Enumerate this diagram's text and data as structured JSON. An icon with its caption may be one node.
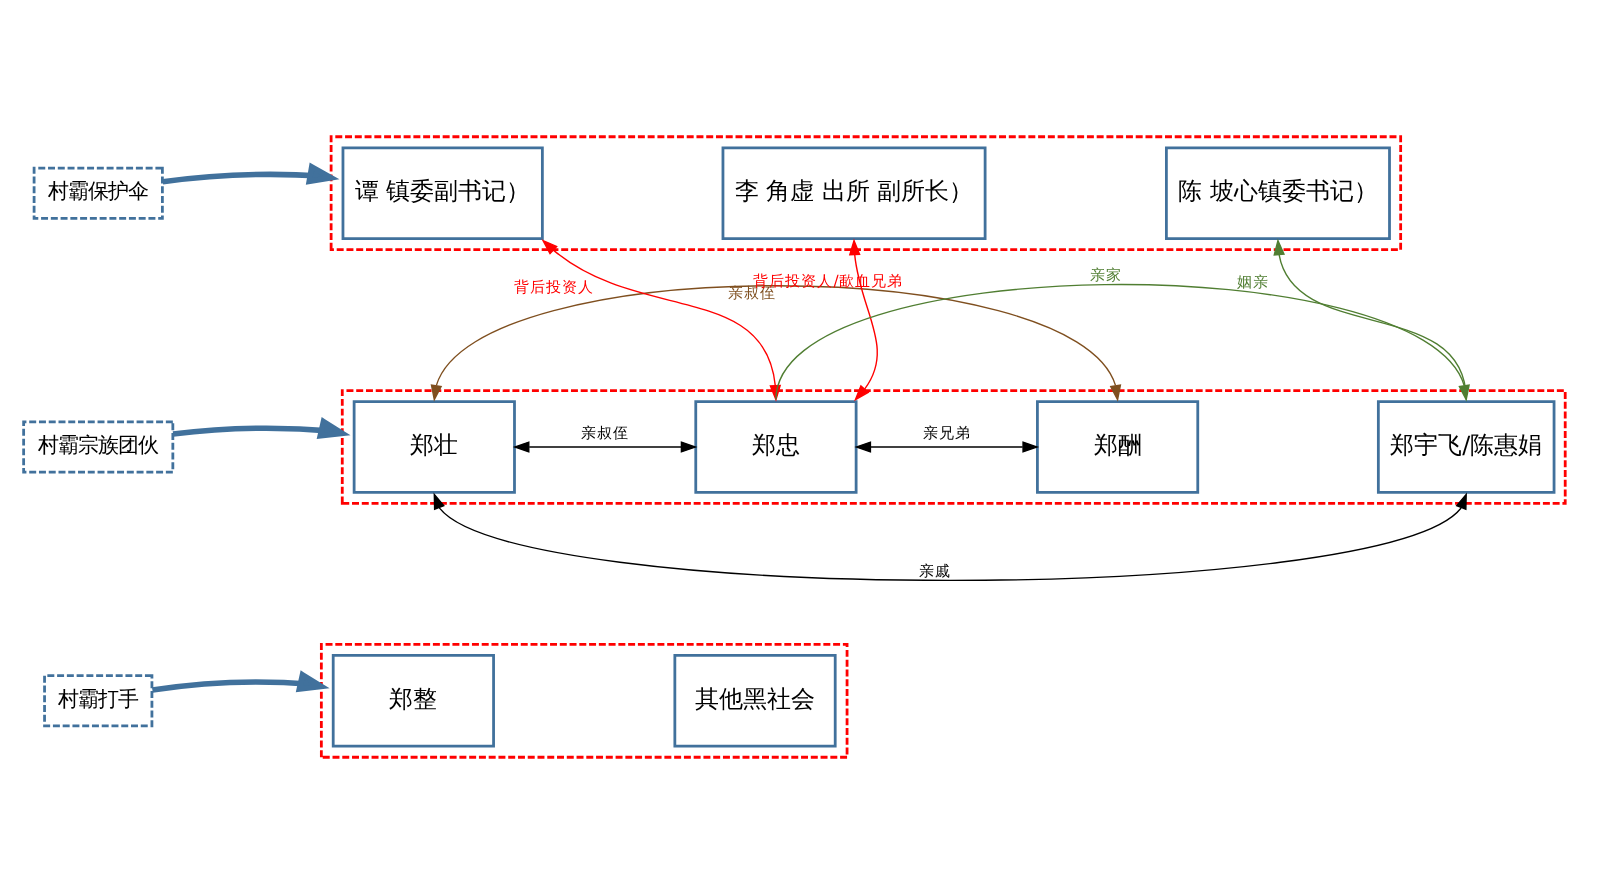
{
  "diagram": {
    "nodes": [
      {
        "text": [
          "村霸保护伞"
        ]
      },
      {
        "text": [],
        "shape": "box"
      },
      {
        "text": [
          "谭 镇委副书记）"
        ],
        "in": 1
      },
      {
        "text": [
          "李 角虚 出所 副所长）"
        ],
        "in": 1
      },
      {
        "text": [
          "陈 坡心镇委书记）"
        ],
        "in": 1
      },
      {
        "text": [
          "村霸宗族团伙"
        ]
      },
      {
        "text": [],
        "shape": "box"
      },
      {
        "text": [
          "郑壮"
        ],
        "in": 6
      },
      {
        "text": [
          "郑忠"
        ],
        "in": 6
      },
      {
        "text": [
          "郑酬"
        ],
        "in": 6
      },
      {
        "text": [
          "郑宇飞/陈惠娟"
        ],
        "in": 6
      },
      {
        "text": [
          "村霸打手"
        ]
      },
      {
        "text": [],
        "shape": "box"
      },
      {
        "text": [
          "郑整"
        ],
        "in": 12
      },
      {
        "text": [
          "其他黑社会"
        ],
        "in": 12
      }
    ],
    "edges": [
      {
        "from": 0,
        "to": 1,
        "arrow": "to",
        "style": "thick",
        "color": "#41719c"
      },
      {
        "from": 5,
        "to": 6,
        "arrow": "to",
        "style": "thick",
        "color": "#41719c"
      },
      {
        "from": 11,
        "to": 12,
        "arrow": "to",
        "style": "thick",
        "color": "#41719c"
      },
      {
        "from": 8,
        "to": 2,
        "arrow": "both",
        "label": "背后投资人",
        "color": "#ff0000"
      },
      {
        "from": 8,
        "to": 3,
        "arrow": "both",
        "label": "背后投资人/歃血兄弟",
        "color": "#ff0000"
      },
      {
        "from": 8,
        "to": 10,
        "arrow": "to",
        "label": "亲家",
        "color": "#507e32"
      },
      {
        "from": 10,
        "to": 4,
        "arrow": "to",
        "label": "姻亲",
        "color": "#507e32"
      },
      {
        "from": 7,
        "to": 9,
        "arrow": "both",
        "label": "亲叔侄",
        "color": "#7f4f1f"
      },
      {
        "from": 7,
        "to": 8,
        "arrow": "both",
        "label": "亲叔侄",
        "color": "#000000"
      },
      {
        "from": 8,
        "to": 9,
        "arrow": "both",
        "label": "亲兄弟",
        "color": "#000000"
      },
      {
        "from": 7,
        "to": 10,
        "arrow": "both",
        "label": "亲戚",
        "color": "#000000"
      }
    ]
  }
}
